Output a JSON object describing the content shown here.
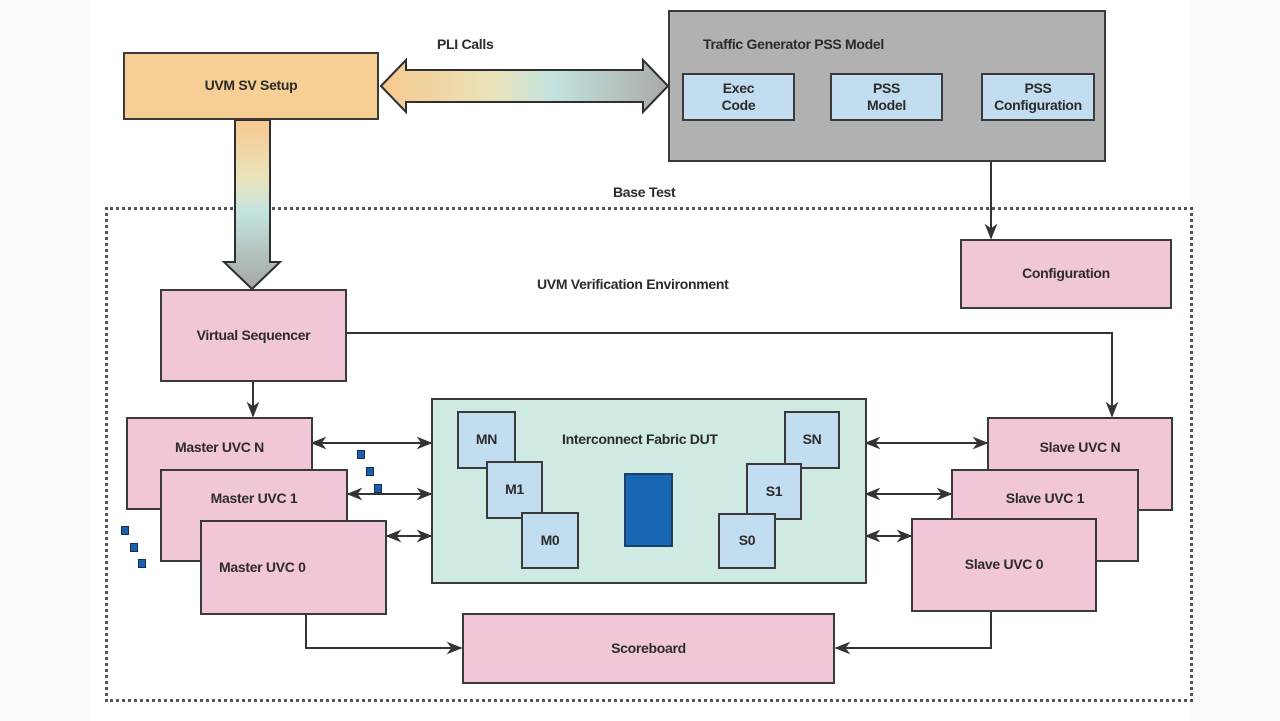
{
  "labels": {
    "pli_calls": "PLI Calls",
    "base_test": "Base Test",
    "uvm_env": "UVM Verification Environment"
  },
  "blocks": {
    "uvm_sv_setup": "UVM SV Setup",
    "traffic_generator": {
      "title": "Traffic Generator PSS Model",
      "items": [
        {
          "line1": "Exec",
          "line2": "Code"
        },
        {
          "line1": "PSS",
          "line2": "Model"
        },
        {
          "line1": "PSS",
          "line2": "Configuration"
        }
      ]
    },
    "configuration": "Configuration",
    "virtual_sequencer": "Virtual Sequencer",
    "masters": [
      "Master UVC N",
      "Master UVC 1",
      "Master UVC 0"
    ],
    "slaves": [
      "Slave UVC N",
      "Slave UVC 1",
      "Slave UVC 0"
    ],
    "dut": {
      "title": "Interconnect Fabric DUT",
      "master_ports": [
        "MN",
        "M1",
        "M0"
      ],
      "slave_ports": [
        "SN",
        "S1",
        "S0"
      ]
    },
    "scoreboard": "Scoreboard"
  },
  "colors": {
    "pink": "#f1c6d9",
    "orange": "#f7cf94",
    "gray": "#b1b1b1",
    "light_blue": "#c2dcf0",
    "mint": "#cfe9e3",
    "dut_core": "#1767b5",
    "line": "#3a3a3a"
  }
}
